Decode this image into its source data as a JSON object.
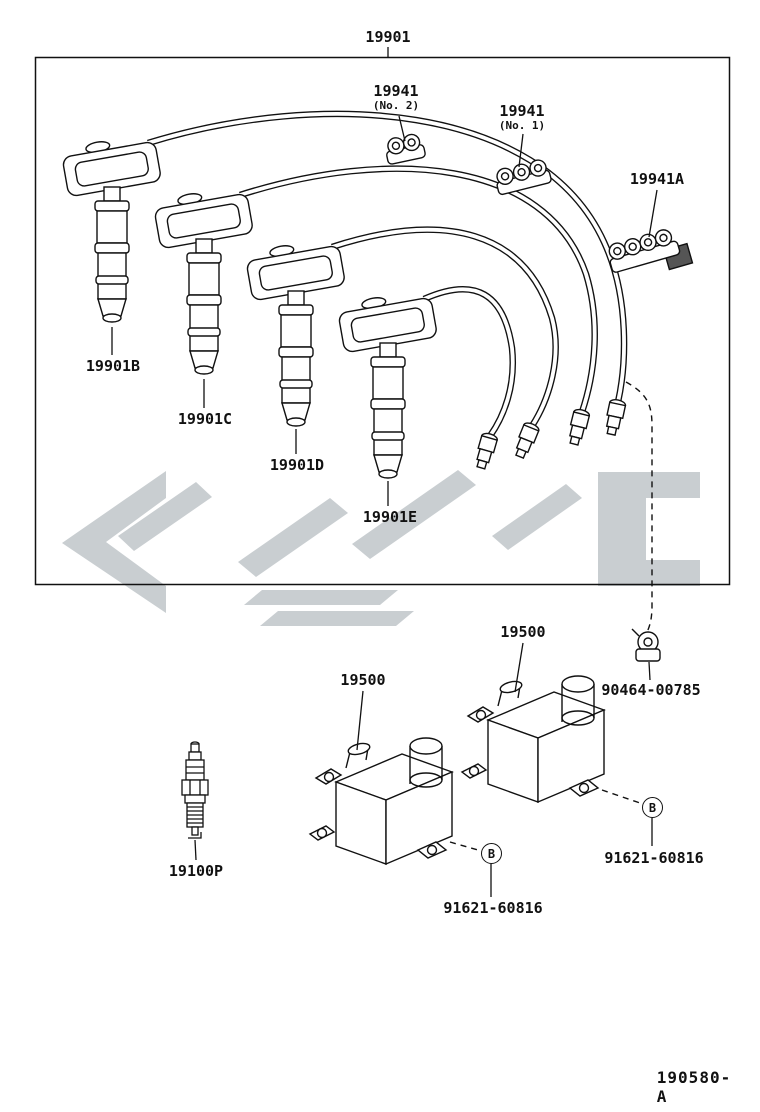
{
  "diagram": {
    "title_part": "19901",
    "drawing_number": "190580-A",
    "b_marker": "B",
    "parts": {
      "clamp_no2": {
        "number": "19941",
        "note": "(No. 2)"
      },
      "clamp_no1": {
        "number": "19941",
        "note": "(No. 1)"
      },
      "clamp_bracket": {
        "number": "19941A"
      },
      "plug_wire_b": {
        "number": "19901B"
      },
      "plug_wire_c": {
        "number": "19901C"
      },
      "plug_wire_d": {
        "number": "19901D"
      },
      "plug_wire_e": {
        "number": "19901E"
      },
      "ignition_coil_left": {
        "number": "19500"
      },
      "ignition_coil_right": {
        "number": "19500"
      },
      "coil_clamp": {
        "number": "90464-00785"
      },
      "spark_plug": {
        "number": "19100P"
      },
      "bolt_left": {
        "number": "91621-60816"
      },
      "bolt_right": {
        "number": "91621-60816"
      }
    },
    "colors": {
      "line": "#1a1a1a",
      "watermark": "#c9ced1",
      "background": "#ffffff"
    }
  }
}
